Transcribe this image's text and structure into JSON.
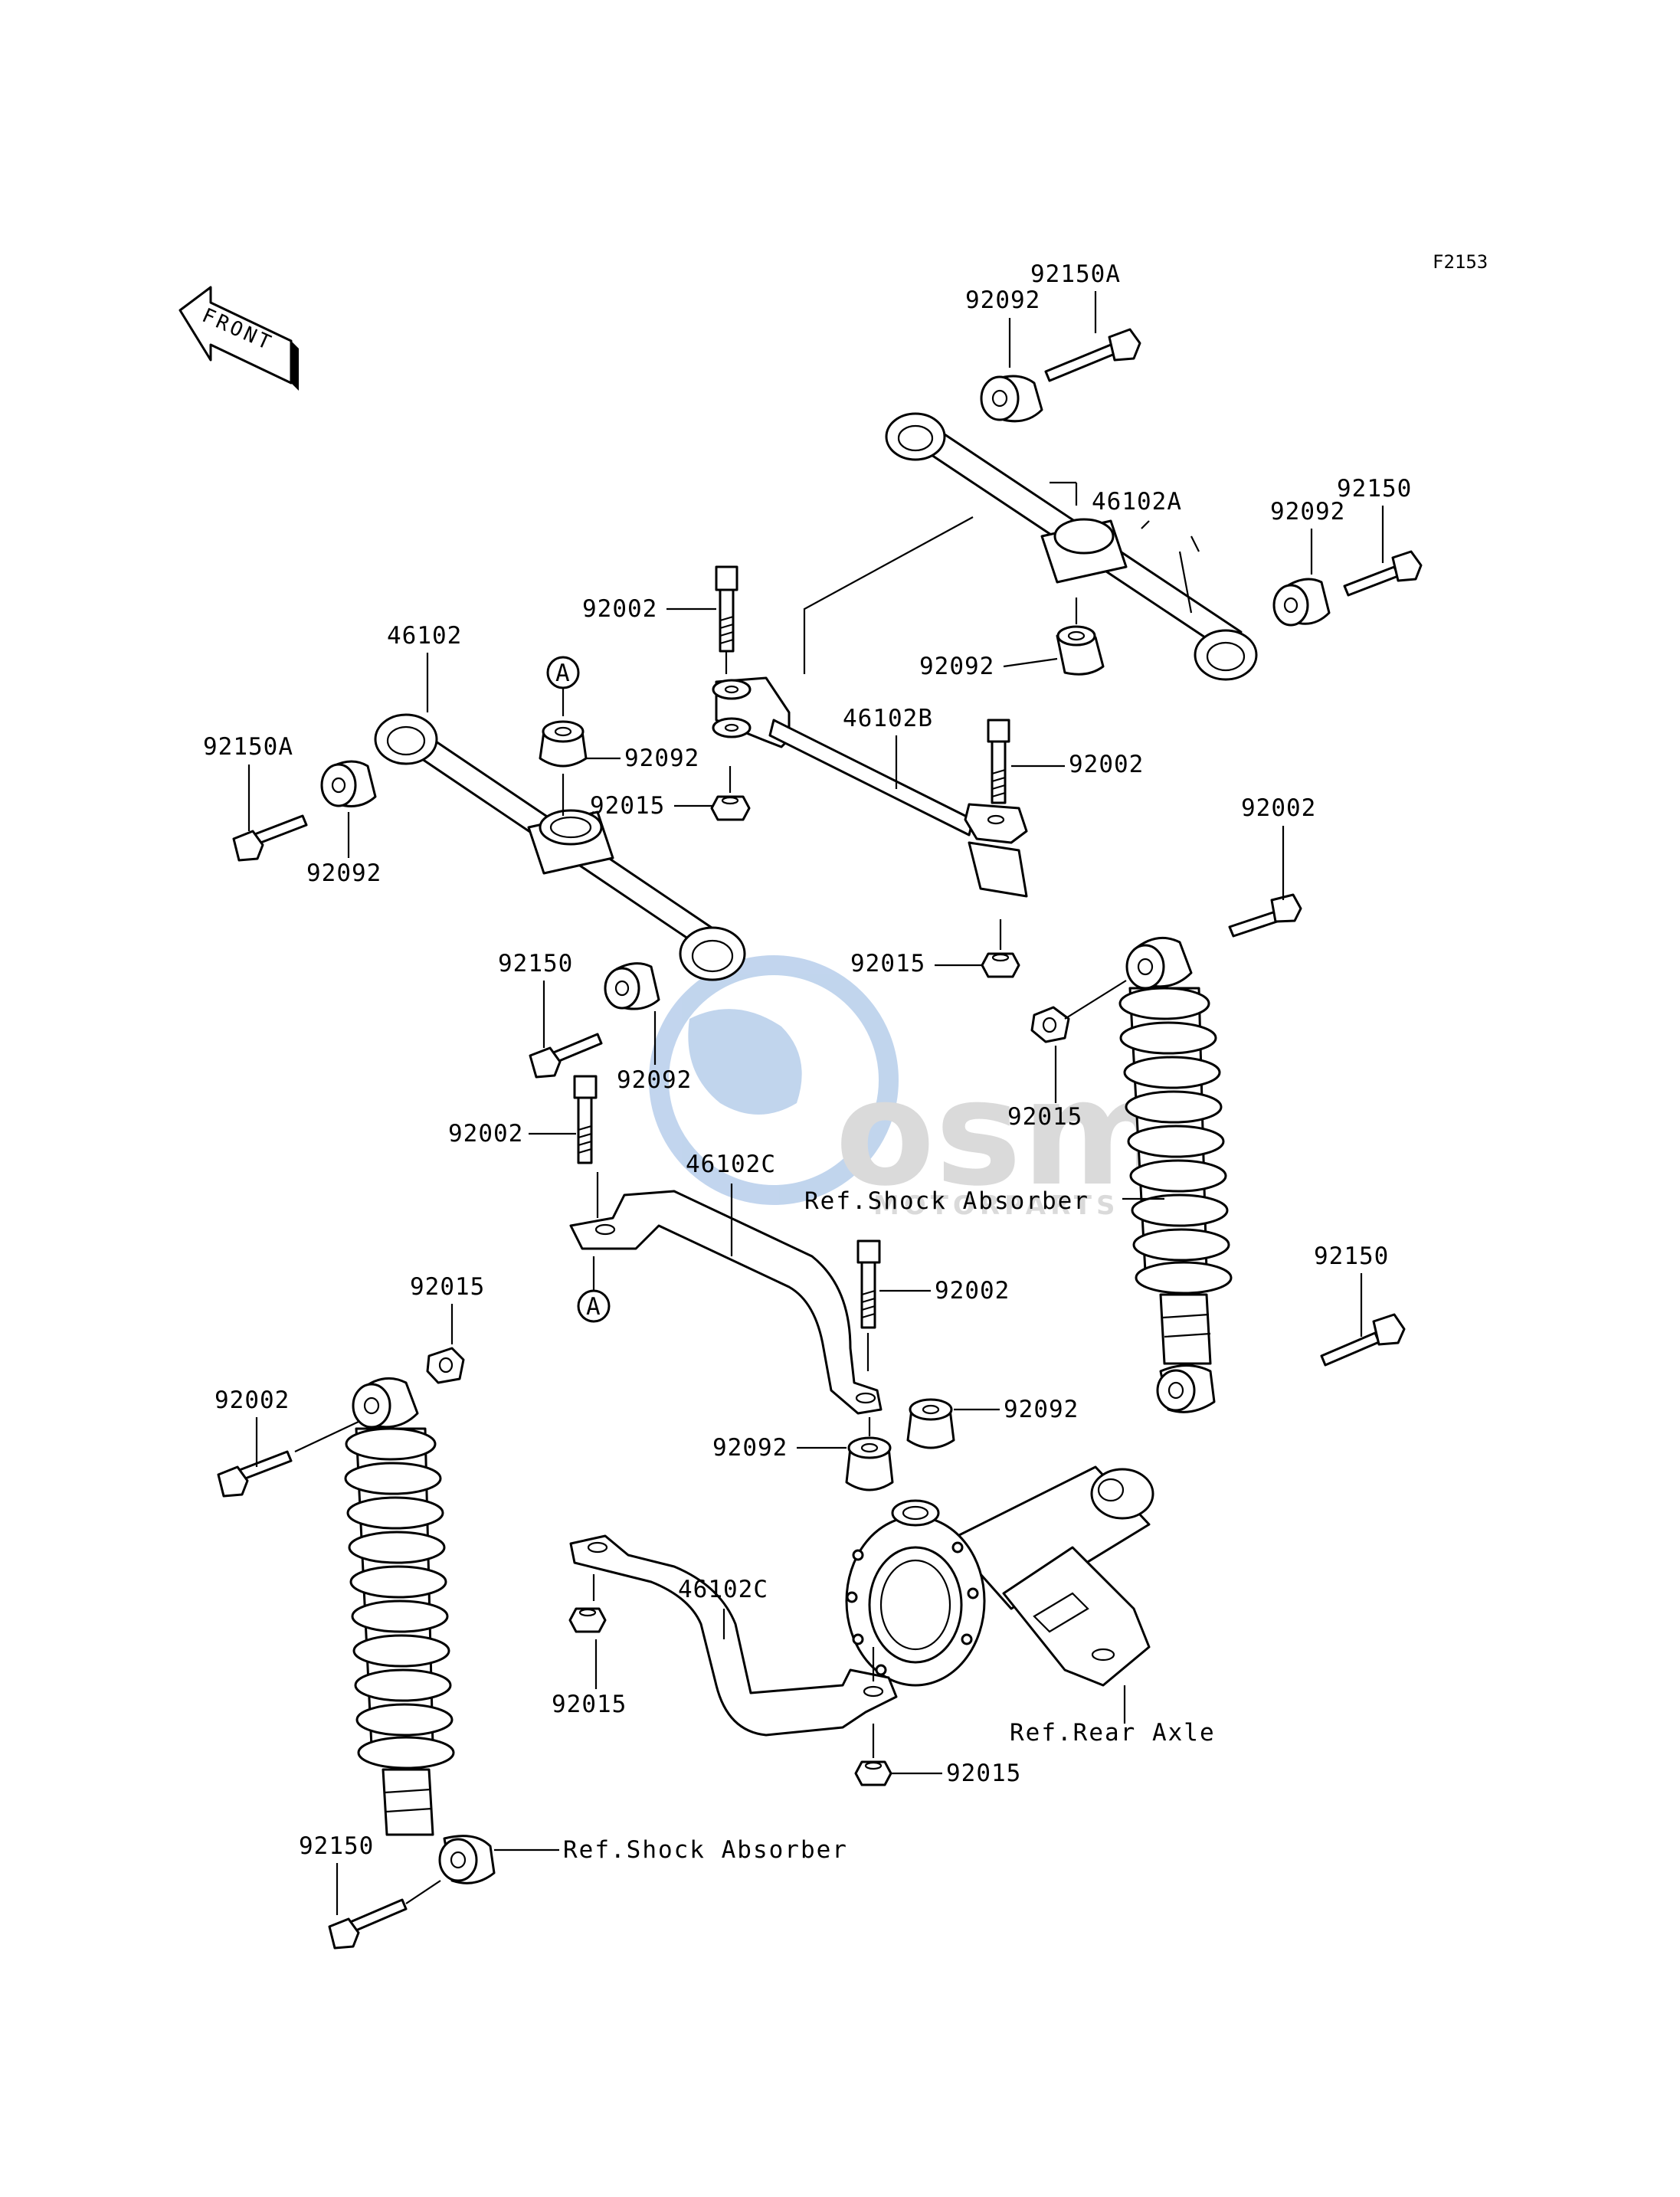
{
  "figure_code": "F2153",
  "front_arrow_text": "FRONT",
  "watermark": {
    "brand": "osm",
    "sub": "MOTORPARTS"
  },
  "callout_marker": "A",
  "colors": {
    "line": "#000000",
    "watermark_blue": "#8fb3e0",
    "watermark_gray": "#bdbdbd"
  },
  "labels": {
    "l_92150A_top": "92150A",
    "l_92092_top": "92092",
    "l_46102A": "46102A",
    "l_92150_right": "92150",
    "l_92092_right": "92092",
    "l_92092_mid": "92092",
    "l_92002_a": "92002",
    "l_46102": "46102",
    "l_46102B": "46102B",
    "l_92150A_left": "92150A",
    "l_92092_b": "92092",
    "l_92015_a": "92015",
    "l_92002_b": "92002",
    "l_92092_left": "92092",
    "l_92002_c": "92002",
    "l_92150_mid": "92150",
    "l_92015_b": "92015",
    "l_92092_c": "92092",
    "l_92015_c": "92015",
    "l_92002_d": "92002",
    "l_46102C_top": "46102C",
    "l_92150_r2": "92150",
    "l_92002_e": "92002",
    "l_92015_d": "92015",
    "l_92092_d": "92092",
    "l_92002_f": "92002",
    "l_92092_e": "92092",
    "l_46102C_bottom": "46102C",
    "l_92015_e": "92015",
    "l_92015_f": "92015",
    "l_92150_bottom": "92150"
  },
  "refs": {
    "shock_right": "Ref.Shock Absorber",
    "shock_left": "Ref.Shock Absorber",
    "rear_axle": "Ref.Rear Axle"
  }
}
